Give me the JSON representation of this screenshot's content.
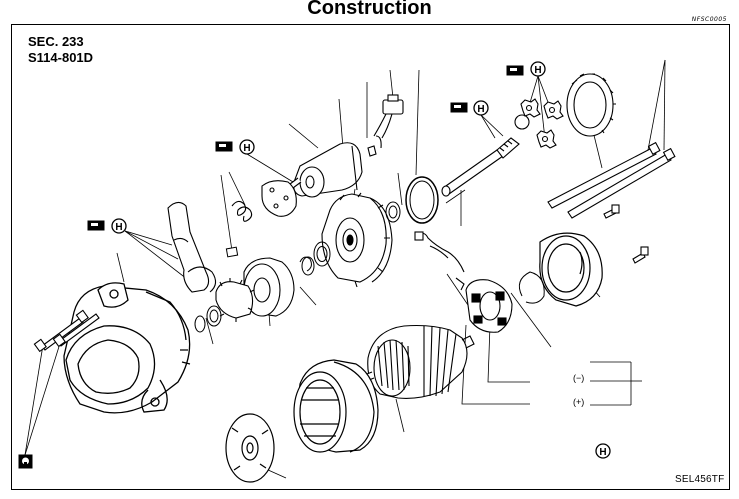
{
  "page": {
    "title": "Construction",
    "figure_code": "NFSC0005",
    "section": "SEC. 233",
    "model_code": "S114-801D",
    "figure_id": "SEL456TF"
  },
  "symbols": {
    "grease_marker": "H",
    "terminal_negative": "(−)",
    "terminal_positive": "(+)"
  },
  "colors": {
    "line": "#000000",
    "background": "#ffffff"
  }
}
